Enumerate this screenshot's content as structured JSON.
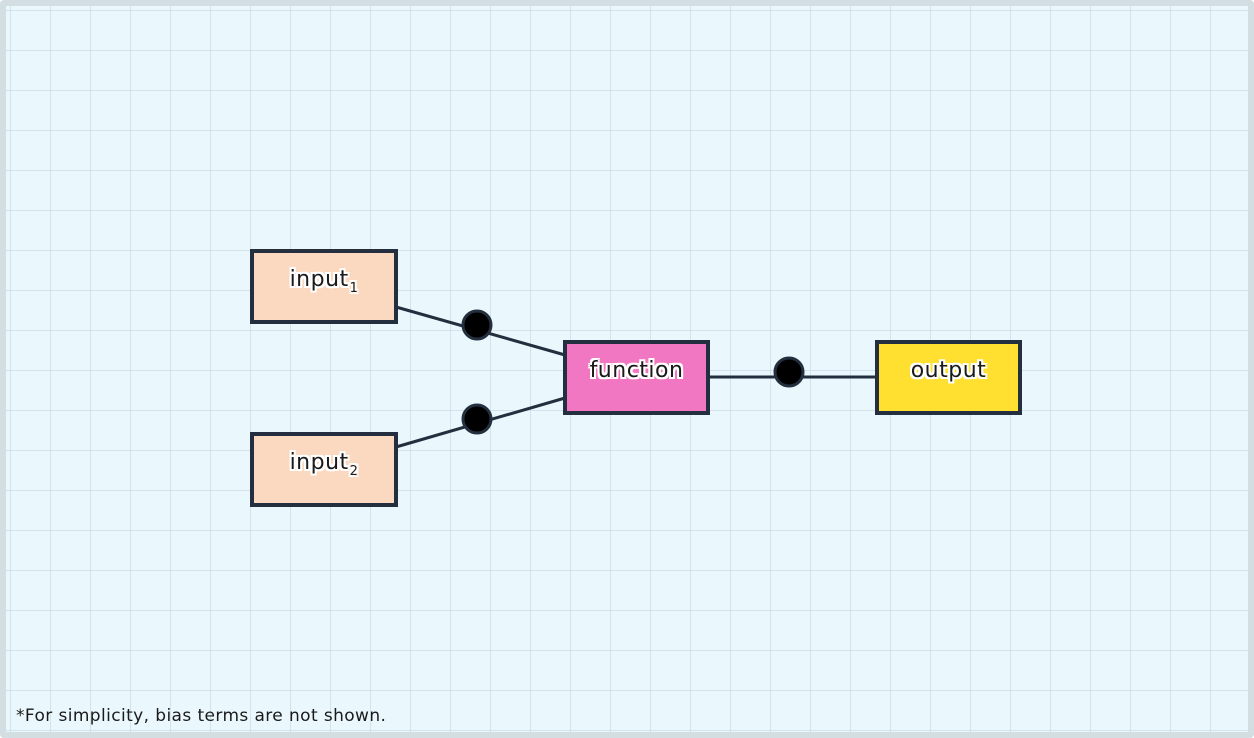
{
  "diagram": {
    "nodes": {
      "input1": {
        "label": "input",
        "subscript": "1"
      },
      "input2": {
        "label": "input",
        "subscript": "2"
      },
      "function": {
        "label": "function"
      },
      "output": {
        "label": "output"
      }
    },
    "footnote": "*For simplicity, bias terms are not shown."
  },
  "colors": {
    "input_fill": "#fbd9c1",
    "function_fill": "#f277c2",
    "output_fill": "#ffe030",
    "outline": "#232f3e",
    "weight_dot": "#000000",
    "background": "#eaf7fd"
  }
}
